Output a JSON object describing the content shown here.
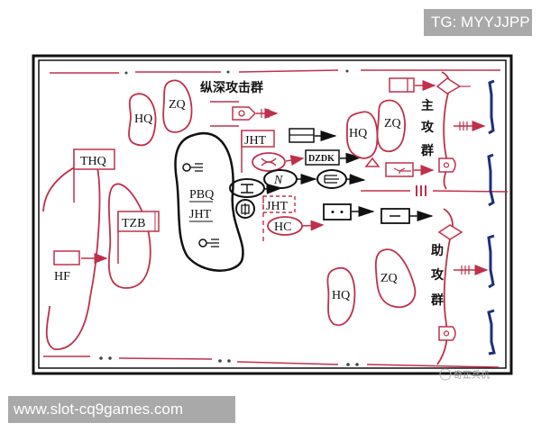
{
  "badges": {
    "top_right": "TG: MYYJJPP",
    "bottom_left": "www.slot-cq9games.com"
  },
  "watermark": "奇正兵机",
  "colors": {
    "red": "#c0304a",
    "black": "#111111",
    "blue": "#1f2f7a",
    "frame": "#111111"
  },
  "labels": {
    "depth_group": "纵深攻击群",
    "main_group": [
      "主",
      "攻",
      "群"
    ],
    "aux_group": [
      "助",
      "攻",
      "群"
    ],
    "hq_left": "HQ",
    "zq_left": "ZQ",
    "thq": "THQ",
    "tzb": "TZB",
    "hf": "HF",
    "pbq": "PBQ",
    "jht_pbq": "JHT",
    "jht_top": "JHT",
    "jht_dashed": "JHT",
    "hc": "HC",
    "dzdk": "DZDK",
    "hq_main": "HQ",
    "zq_main": "ZQ",
    "hq_aux": "HQ",
    "zq_aux": "ZQ",
    "phase_mark": "III"
  }
}
